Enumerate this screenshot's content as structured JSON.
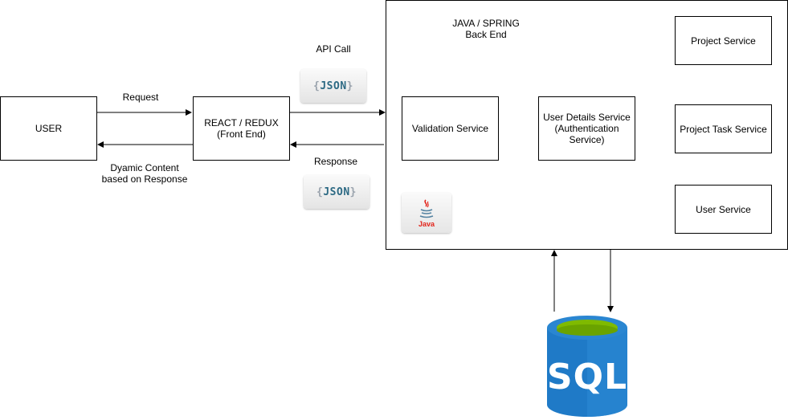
{
  "nodes": {
    "user": "USER",
    "frontend": "REACT / REDUX\n(Front End)",
    "backend_title": "JAVA / SPRING\nBack End",
    "validation": "Validation Service",
    "user_details": "User Details Service\n(Authentication\nService)",
    "project": "Project Service",
    "project_task": "Project Task Service",
    "user_service": "User Service"
  },
  "edges": {
    "request": "Request",
    "dynamic_content": "Dyamic Content\nbased on Response",
    "api_call": "API Call",
    "response": "Response"
  },
  "icons": {
    "json_brace_open": "{",
    "json_word": "JSON",
    "json_brace_close": "}",
    "java_word": "Java",
    "database_label": "SQL"
  },
  "colors": {
    "db_body": "#1f7ac7",
    "db_top": "#7fba00",
    "db_rim": "#2a86d1",
    "java_red": "#e2231a",
    "java_blue": "#5382a1"
  }
}
